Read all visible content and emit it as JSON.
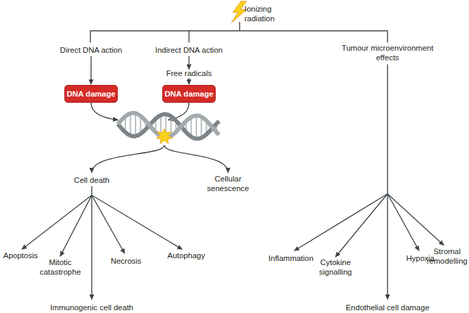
{
  "diagram": {
    "nodes": [
      {
        "text": [
          "DNA damage"
        ]
      },
      {
        "text": [
          "DNA damage"
        ]
      }
    ],
    "labels": [
      "Ionizing radiation",
      "Direct DNA action",
      "Indirect DNA action",
      "Free radicals",
      "Tumour microenvironment effects",
      "Cell death",
      "Cellular senescence",
      "Apoptosis",
      "Mitotic catastrophe",
      "Necrosis",
      "Autophagy",
      "Immunogenic cell death",
      "Inflammation",
      "Cytokine signalling",
      "Hypoxia",
      "Stromal remodelling",
      "Endothelial cell damage"
    ]
  }
}
